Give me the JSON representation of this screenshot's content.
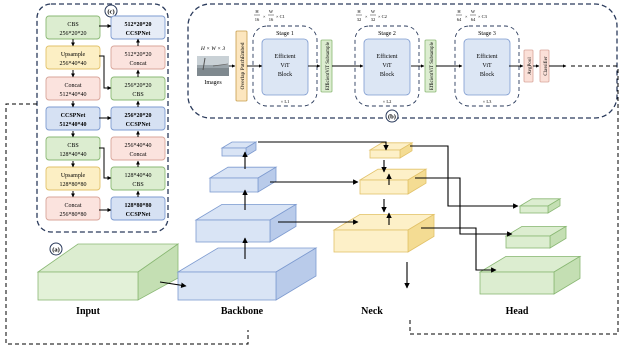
{
  "panel_labels": {
    "a": "(a)",
    "b": "(b)",
    "c": "(c)"
  },
  "main": {
    "input": "Input",
    "backbone": "Backbone",
    "neck": "Neck",
    "head": "Head"
  },
  "neck_detail": {
    "left": [
      {
        "line1": "CBS",
        "line2": "256*20*20"
      },
      {
        "line1": "Upsample",
        "line2": "256*40*40"
      },
      {
        "line1": "Concat",
        "line2": "512*40*40"
      },
      {
        "line1": "CCSPNet",
        "line2": "512*40*40"
      },
      {
        "line1": "CBS",
        "line2": "128*40*40"
      },
      {
        "line1": "Upsample",
        "line2": "128*80*80"
      },
      {
        "line1": "Concat",
        "line2": "256*80*80"
      }
    ],
    "right": [
      {
        "line1": "512*20*20",
        "line2": "CCSPNet"
      },
      {
        "line1": "512*20*20",
        "line2": "Concat"
      },
      {
        "line1": "256*20*20",
        "line2": "CBS"
      },
      {
        "line1": "256*20*20",
        "line2": "CCSPNet"
      },
      {
        "line1": "256*40*40",
        "line2": "Concat"
      },
      {
        "line1": "128*40*40",
        "line2": "CBS"
      },
      {
        "line1": "128*80*80",
        "line2": "CCSPNet"
      }
    ]
  },
  "backbone_detail": {
    "image_dims": "H × W × 3",
    "images_label": "Images",
    "overlap_patch_embed": "Overlap PatchEmbed",
    "stages": [
      {
        "title": "Stage 1",
        "block": [
          "Efficient",
          "ViT",
          "Block"
        ],
        "repeat": "× L1",
        "dims": {
          "a": "H",
          "b": "16",
          "c": "W",
          "d": "16",
          "e": "× C1"
        }
      },
      {
        "title": "Stage 2",
        "block": [
          "Efficient",
          "ViT",
          "Block"
        ],
        "repeat": "× L2",
        "dims": {
          "a": "H",
          "b": "32",
          "c": "W",
          "d": "32",
          "e": "× C2"
        }
      },
      {
        "title": "Stage 3",
        "block": [
          "Efficient",
          "ViT",
          "Block"
        ],
        "repeat": "× L3",
        "dims": {
          "a": "H",
          "b": "64",
          "c": "W",
          "d": "64",
          "e": "× C3"
        }
      }
    ],
    "subsample_1": "EfficientViT Subsample",
    "subsample_2": "EfficientViT Subsample",
    "avgpool": "AvgPool",
    "classifier": "Classifier"
  },
  "colors": {
    "green_fill": "#dcedd0",
    "green_stroke": "#8ab874",
    "blue_fill": "#d6e1f3",
    "blue_stroke": "#7e9bd0",
    "yellow_fill": "#fcefc4",
    "yellow_stroke": "#e2c26a",
    "pink_fill": "#fbe3de",
    "pink_stroke": "#d8a59a",
    "stage_fill": "#dce6f4"
  }
}
